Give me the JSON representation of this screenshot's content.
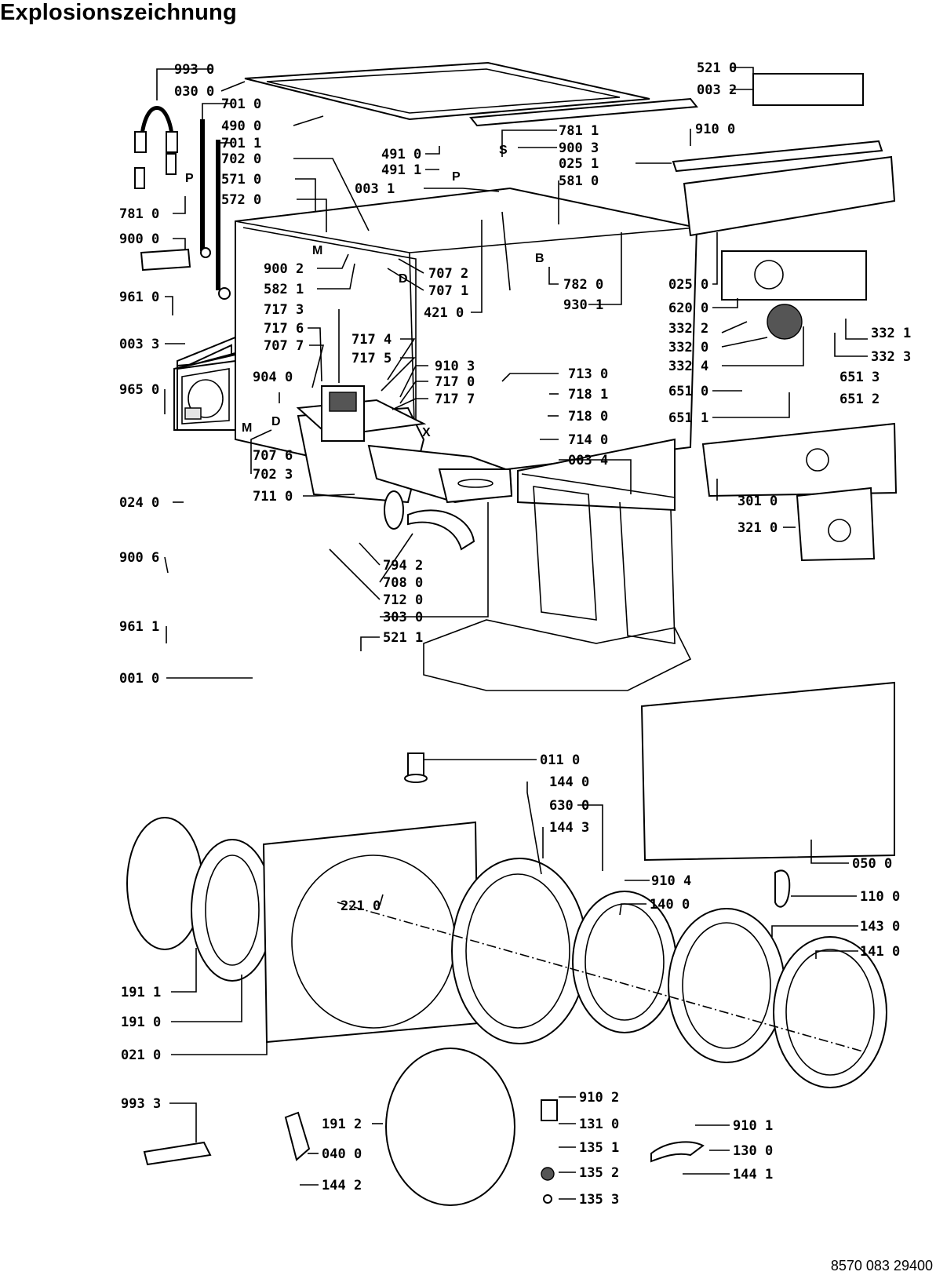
{
  "header": {
    "title": "Explosionszeichnung"
  },
  "footer": {
    "document_number": "8570 083 29400"
  },
  "part_labels": [
    "993 0",
    "030 0",
    "701 0",
    "490 0",
    "701 1",
    "702 0",
    "571 0",
    "572 0",
    "781 0",
    "900 0",
    "491 0",
    "491 1",
    "003 1",
    "781 1",
    "900 3",
    "025 1",
    "581 0",
    "521 0",
    "003 2",
    "910 0",
    "900 2",
    "582 1",
    "707 2",
    "707 1",
    "421 0",
    "782 0",
    "930 1",
    "025 0",
    "620 0",
    "332 2",
    "332 0",
    "332 4",
    "332 1",
    "332 3",
    "961 0",
    "003 3",
    "717 3",
    "717 6",
    "707 7",
    "717 4",
    "717 5",
    "910 3",
    "717 0",
    "717 7",
    "904 0",
    "965 0",
    "713 0",
    "718 1",
    "718 0",
    "714 0",
    "003 4",
    "651 0",
    "651 1",
    "651 3",
    "651 2",
    "707 6",
    "702 3",
    "711 0",
    "024 0",
    "301 0",
    "321 0",
    "900 6",
    "794 2",
    "708 0",
    "712 0",
    "303 0",
    "961 1",
    "521 1",
    "001 0",
    "011 0",
    "144 0",
    "630 0",
    "144 3",
    "050 0",
    "910 4",
    "110 0",
    "140 0",
    "143 0",
    "141 0",
    "221 0",
    "191 1",
    "191 0",
    "021 0",
    "993 3",
    "191 2",
    "040 0",
    "144 2",
    "910 2",
    "131 0",
    "135 1",
    "135 2",
    "135 3",
    "910 1",
    "130 0",
    "144 1"
  ],
  "callout_letters": [
    "P",
    "M",
    "S",
    "P",
    "B",
    "D",
    "M",
    "D",
    "X"
  ]
}
